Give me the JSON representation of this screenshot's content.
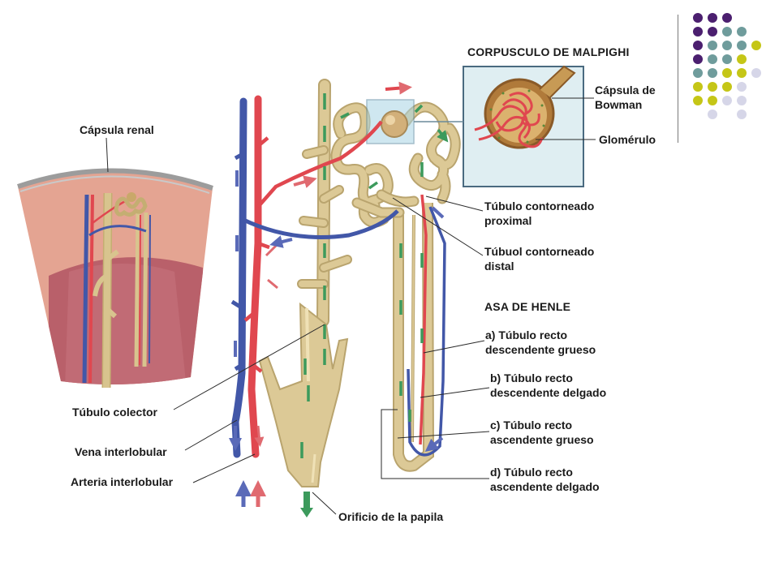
{
  "labels": {
    "capsula_renal": "Cápsula renal",
    "corpusculo": "CORPUSCULO DE MALPIGHI",
    "capsula_bowman_1": "Cápsula de",
    "capsula_bowman_2": "Bowman",
    "glomerulo": "Glomérulo",
    "proximal_1": "Túbulo contorneado",
    "proximal_2": "proximal",
    "distal_1": "Túbuol contorneado",
    "distal_2": "distal",
    "asa_henle": "ASA DE HENLE",
    "a_1": "a) Túbulo recto",
    "a_2": "descendente grueso",
    "b_1": "b) Túbulo recto",
    "b_2": "descendente delgado",
    "c_1": "c) Túbulo recto",
    "c_2": "ascendente grueso",
    "d_1": "d) Túbulo recto",
    "d_2": "ascendente delgado",
    "colector": "Túbulo colector",
    "vena": "Vena interlobular",
    "arteria": "Arteria interlobular",
    "papila": "Orificio de la papila"
  },
  "colors": {
    "tubule": "#d8c48e",
    "tubule_edge": "#b9a46e",
    "artery": "#e0474f",
    "vein": "#4257a8",
    "flow_arrow": "#3c9a5c",
    "cortex": "#e4a492",
    "medulla": "#b9606a",
    "inset_bg": "#dfeef2",
    "inset_border": "#4a6a80"
  },
  "decor_dots": [
    [
      "#4b1f6f",
      "#4b1f6f",
      "#4b1f6f",
      "",
      ""
    ],
    [
      "#4b1f6f",
      "#4b1f6f",
      "#6f9c9c",
      "#6f9c9c",
      ""
    ],
    [
      "#4b1f6f",
      "#6f9c9c",
      "#6f9c9c",
      "#6f9c9c",
      "#c5c617"
    ],
    [
      "#4b1f6f",
      "#6f9c9c",
      "#6f9c9c",
      "#c5c617",
      ""
    ],
    [
      "#6f9c9c",
      "#6f9c9c",
      "#c5c617",
      "#c5c617",
      "#d6d6e8"
    ],
    [
      "#c5c617",
      "#c5c617",
      "#c5c617",
      "#d6d6e8",
      ""
    ],
    [
      "#c5c617",
      "#c5c617",
      "#d6d6e8",
      "#d6d6e8",
      ""
    ],
    [
      "",
      "#d6d6e8",
      "",
      "#d6d6e8",
      ""
    ]
  ]
}
